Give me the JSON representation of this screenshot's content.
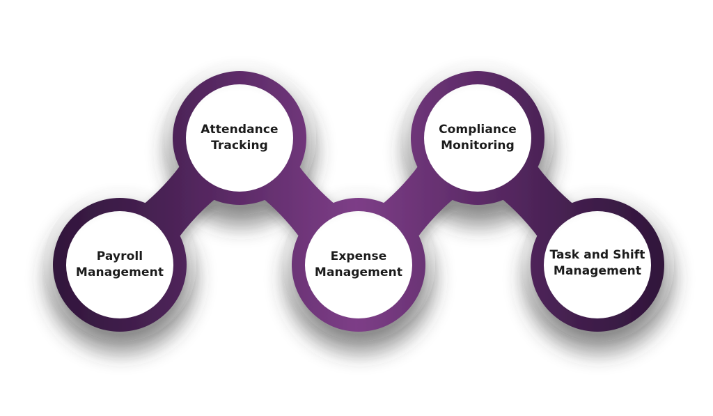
{
  "diagram": {
    "type": "zigzag-chain-infographic",
    "background": "#ffffff",
    "nodes": [
      {
        "label": "Payroll Management",
        "row": "bottom",
        "order": 1
      },
      {
        "label": "Attendance Tracking",
        "row": "top",
        "order": 2
      },
      {
        "label": "Expense Management",
        "row": "bottom",
        "order": 3
      },
      {
        "label": "Compliance Monitoring",
        "row": "top",
        "order": 4
      },
      {
        "label": "Task and Shift Management",
        "row": "bottom",
        "order": 5
      }
    ],
    "connections": [
      [
        1,
        2
      ],
      [
        2,
        3
      ],
      [
        3,
        4
      ],
      [
        4,
        5
      ]
    ],
    "colors": {
      "purple_darkest": "#2f1539",
      "purple_dark": "#3e1d49",
      "purple_mid": "#5d2b68",
      "purple_bright": "#7d3e87",
      "halo_light": "#f8f8f8",
      "halo_dark": "#a9a9a9",
      "inner_fill": "#ffffff",
      "label_text": "#1b1b1b"
    }
  }
}
